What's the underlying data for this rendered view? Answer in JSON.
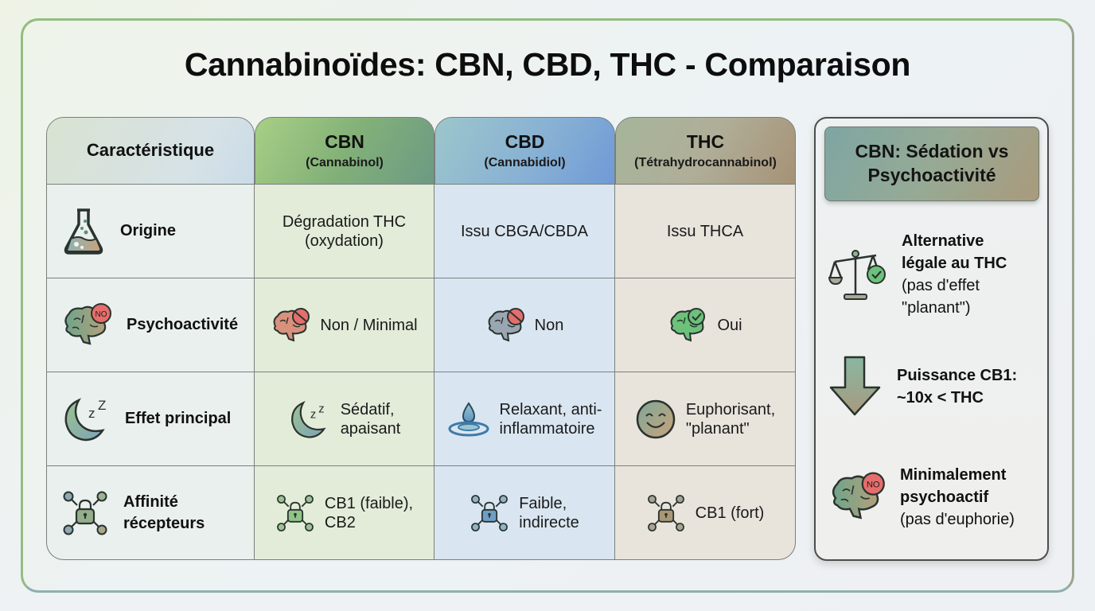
{
  "title": "Cannabinoïdes: CBN, CBD, THC - Comparaison",
  "table": {
    "headers": [
      {
        "main": "Caractéristique",
        "sub": ""
      },
      {
        "main": "CBN",
        "sub": "(Cannabinol)"
      },
      {
        "main": "CBD",
        "sub": "(Cannabidiol)"
      },
      {
        "main": "THC",
        "sub": "(Tétrahydrocannabinol)"
      }
    ],
    "rows": [
      {
        "label": "Origine",
        "icon": "flask-icon",
        "cbn": "Dégradation THC (oxydation)",
        "cbd": "Issu CBGA/CBDA",
        "thc": "Issu THCA"
      },
      {
        "label": "Psychoactivité",
        "icon": "brain-no-icon",
        "cbn": "Non / Minimal",
        "cbd": "Non",
        "thc": "Oui"
      },
      {
        "label": "Effet principal",
        "icon": "moon-sleep-icon",
        "cbn": "Sédatif, apaisant",
        "cbd": "Relaxant, anti-inflammatoire",
        "thc": "Euphorisant, \"planant\""
      },
      {
        "label_line1": "Affinité",
        "label_line2": "récepteurs",
        "icon": "receptor-lock-icon",
        "cbn": "CB1 (faible), CB2",
        "cbd_line1": "Faible,",
        "cbd_line2": "indirecte",
        "thc": "CB1 (fort)"
      }
    ],
    "cells": {
      "r0_cbn_l1": "Dégradation THC",
      "r0_cbn_l2": "(oxydation)",
      "r2_cbn_l1": "Sédatif,",
      "r2_cbn_l2": "apaisant",
      "r2_cbd_l1": "Relaxant, anti-",
      "r2_cbd_l2": "inflammatoire",
      "r2_thc_l1": "Euphorisant,",
      "r2_thc_l2": "\"planant\"",
      "r3_cbn_l1": "CB1 (faible),",
      "r3_cbn_l2": "CB2"
    },
    "colors": {
      "cbn": "#83b178",
      "cbd": "#86afd4",
      "thc": "#b0ae98"
    }
  },
  "side_panel": {
    "title_l1": "CBN: Sédation vs",
    "title_l2": "Psychoactivité",
    "items": [
      {
        "icon": "balance-check-icon",
        "bold_l1": "Alternative",
        "bold_l2": "légale au THC",
        "normal_l1": "(pas d'effet",
        "normal_l2": "\"planant\")"
      },
      {
        "icon": "down-arrow-icon",
        "bold_l1": "Puissance CB1:",
        "bold_l2": "~10x < THC"
      },
      {
        "icon": "brain-no-icon",
        "bold_l1": "Minimalement",
        "bold_l2": "psychoactif",
        "normal_l1": "(pas d'euphorie)"
      }
    ]
  },
  "badges": {
    "no": "NO"
  }
}
